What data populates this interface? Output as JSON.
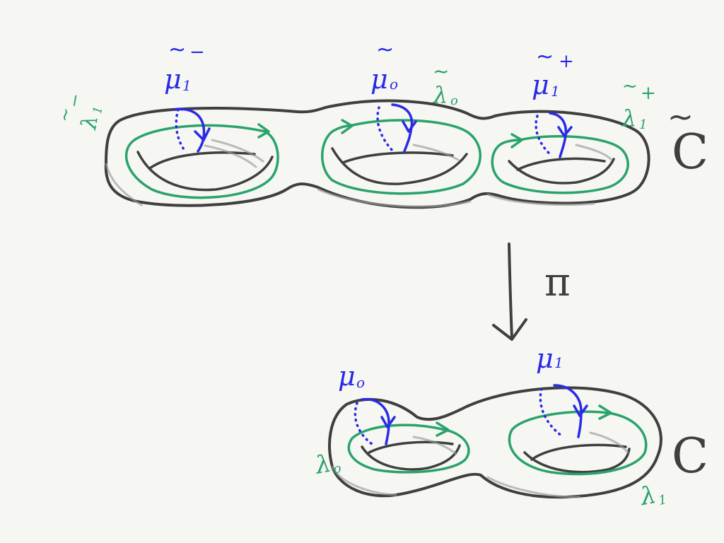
{
  "colors": {
    "surface": "#3f3f3f",
    "lambda": "#2aa36b",
    "mu": "#2a2ae6",
    "map": "#3f3f3f",
    "background": "#f6f6f2"
  },
  "labels": {
    "cover_space": "C",
    "base_space": "C",
    "covering_map": "π",
    "mu1_minus": "μ",
    "mu1_minus_sub": "1",
    "mu1_minus_sup": "−",
    "mu0_tilde": "μ",
    "mu0_tilde_sub": "o",
    "lambda0_tilde": "λ",
    "lambda0_tilde_sub": "o",
    "mu1_plus": "μ",
    "mu1_plus_sub": "1",
    "mu1_plus_sup": "+",
    "lambda1_plus": "λ",
    "lambda1_plus_sub": "1",
    "lambda1_plus_sup": "+",
    "lambda1_minus": "λ",
    "lambda1_minus_sub": "1",
    "lambda1_minus_sup": "−",
    "mu0": "μ",
    "mu0_sub": "o",
    "mu1": "μ",
    "mu1_sub": "1",
    "lambda0": "λ",
    "lambda0_sub": "o",
    "lambda1": "λ",
    "lambda1_sub": "1",
    "tilde": "~"
  }
}
